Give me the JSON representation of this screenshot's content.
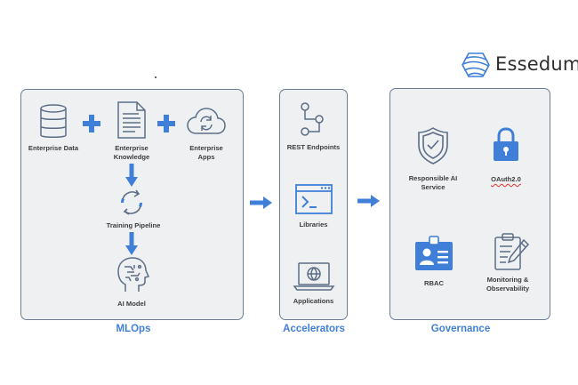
{
  "brand": {
    "name": "Essedum"
  },
  "sections": {
    "mlops": {
      "title": "MLOps",
      "items": {
        "enterprise_data": "Enterprise Data",
        "enterprise_knowledge": "Enterprise Knowledge",
        "enterprise_apps": "Enterprise Apps",
        "training_pipeline": "Training Pipeline",
        "ai_model": "AI Model"
      }
    },
    "accelerators": {
      "title": "Accelerators",
      "items": {
        "rest_endpoints": "REST Endpoints",
        "libraries": "Libraries",
        "applications": "Applications"
      }
    },
    "governance": {
      "title": "Governance",
      "items": {
        "responsible_ai": "Responsible AI Service",
        "oauth": "OAuth2.0",
        "rbac": "RBAC",
        "monitoring": "Monitoring & Observability"
      }
    }
  },
  "colors": {
    "accent": "#3f7fd8",
    "panel_bg": "#eff0f2",
    "panel_border": "#6c7d94",
    "icon_stroke": "#5a6d86"
  }
}
